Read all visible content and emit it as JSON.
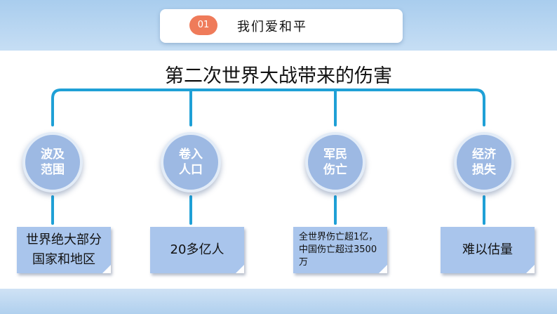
{
  "header": {
    "badge": "01",
    "title": "我们爱和平"
  },
  "title": "第二次世界大战带来的伤害",
  "branches": [
    {
      "circle": "波及范围",
      "note": "世界绝大部分国家和地区"
    },
    {
      "circle": "卷入人口",
      "note": "20多亿人"
    },
    {
      "circle": "军民伤亡",
      "note": "全世界伤亡超1亿，中国伤亡超过3500万"
    },
    {
      "circle": "经济损失",
      "note": "难以估量"
    }
  ],
  "colors": {
    "line": "#1fa0d6",
    "circle": "#9db9e3",
    "note": "#a9c5ec",
    "badge": "#ef7b5a"
  }
}
